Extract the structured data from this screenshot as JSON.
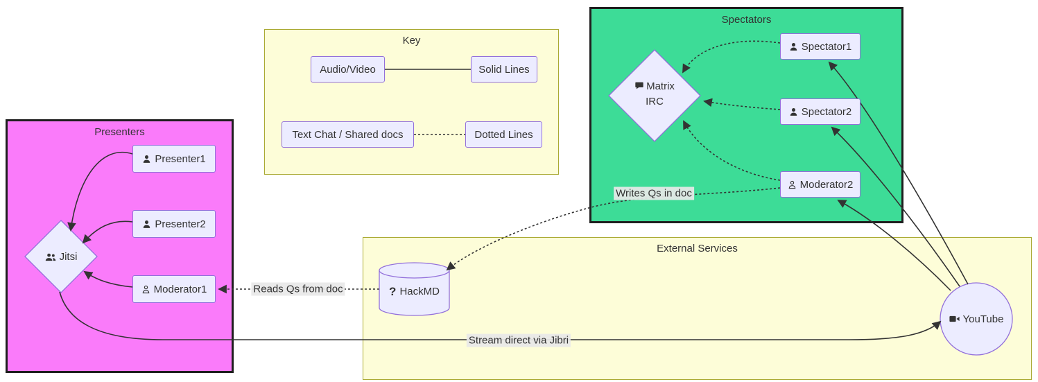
{
  "subgraphs": {
    "presenters": {
      "title": "Presenters",
      "bg": "#fa7bfa",
      "border": "#1f1f1f"
    },
    "spectators": {
      "title": "Spectators",
      "bg": "#3ddc97",
      "border": "#1f1f1f"
    },
    "key": {
      "title": "Key",
      "bg": "#fdfdd8",
      "border": "#aaaa33"
    },
    "external_services": {
      "title": "External Services",
      "bg": "#fdfdd8",
      "border": "#aaaa33"
    }
  },
  "nodes": {
    "presenter1": {
      "label": "Presenter1",
      "icon": "user-icon"
    },
    "presenter2": {
      "label": "Presenter2",
      "icon": "user-icon"
    },
    "moderator1": {
      "label": "Moderator1",
      "icon": "user-outline-icon"
    },
    "jitsi": {
      "label": "Jitsi",
      "icon": "users-icon"
    },
    "spectator1": {
      "label": "Spectator1",
      "icon": "user-icon"
    },
    "spectator2": {
      "label": "Spectator2",
      "icon": "user-icon"
    },
    "moderator2": {
      "label": "Moderator2",
      "icon": "user-outline-icon"
    },
    "matrix_irc": {
      "label": "Matrix IRC",
      "icon": "comment-icon"
    },
    "hackmd": {
      "label": "HackMD",
      "icon": "question-icon"
    },
    "youtube": {
      "label": "YouTube",
      "icon": "video-camera-icon"
    },
    "audio_video": {
      "label": "Audio/Video"
    },
    "solid_lines": {
      "label": "Solid Lines"
    },
    "text_chat": {
      "label": "Text Chat / Shared docs"
    },
    "dotted_lines": {
      "label": "Dotted Lines"
    }
  },
  "edge_labels": {
    "writes_qs": "Writes Qs in doc",
    "reads_qs": "Reads Qs from doc",
    "stream_jibri": "Stream direct via Jibri"
  },
  "icons": {
    "question_glyph": "?"
  },
  "colors": {
    "node_fill": "#ececff",
    "node_border": "#9370db",
    "edge": "#333333",
    "presenters_bg": "#fa7bfa",
    "spectators_bg": "#3ddc97",
    "yellow_bg": "#fdfdd8"
  }
}
